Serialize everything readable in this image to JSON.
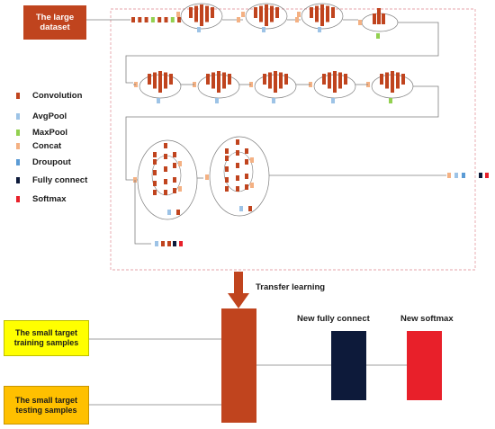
{
  "dataset_box": {
    "label": "The large dataset",
    "color": "#c0441e"
  },
  "legend": [
    {
      "name": "Convolution",
      "color": "#c0441e"
    },
    {
      "name": "AvgPool",
      "color": "#9dc3e6"
    },
    {
      "name": "MaxPool",
      "color": "#92d050"
    },
    {
      "name": "Concat",
      "color": "#f4b183"
    },
    {
      "name": "Droupout",
      "color": "#5b9bd5"
    },
    {
      "name": "Fully connect",
      "color": "#0d1a3a"
    },
    {
      "name": "Softmax",
      "color": "#e8202a"
    }
  ],
  "transfer": {
    "label": "Transfer learning",
    "color": "#c0441e"
  },
  "training_box": {
    "label": "The small target training samples",
    "color": "#ffff00"
  },
  "testing_box": {
    "label": "The small target testing samples",
    "color": "#ffc000"
  },
  "new_fc": {
    "label": "New fully connect",
    "color": "#0d1a3a"
  },
  "new_softmax": {
    "label": "New softmax",
    "color": "#e8202a"
  },
  "colors": {
    "dashed_border": "#e6a3a8",
    "line": "#7f7f7f"
  }
}
